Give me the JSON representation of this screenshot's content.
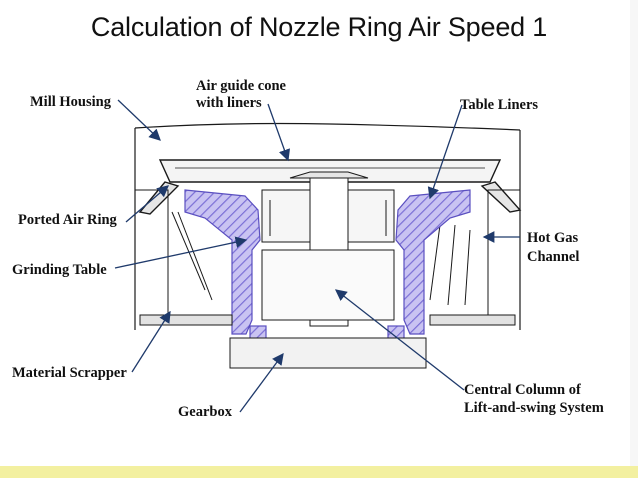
{
  "title": "Calculation of Nozzle Ring Air Speed 1",
  "labels": {
    "mill_housing": "Mill Housing",
    "air_guide_cone_1": "Air guide cone",
    "air_guide_cone_2": "with liners",
    "table_liners": "Table Liners",
    "ported_air_ring": "Ported Air Ring",
    "grinding_table": "Grinding Table",
    "hot_gas_1": "Hot Gas",
    "hot_gas_2": "Channel",
    "material_scrapper": "Material Scrapper",
    "gearbox": "Gearbox",
    "central_column_1": "Central Column of",
    "central_column_2": "Lift-and-swing System"
  },
  "colors": {
    "hatch": "#7b6fd6",
    "hatch_fill": "#c9c3f2",
    "line": "#1a1a1a",
    "arrow": "#1f3a6b"
  }
}
